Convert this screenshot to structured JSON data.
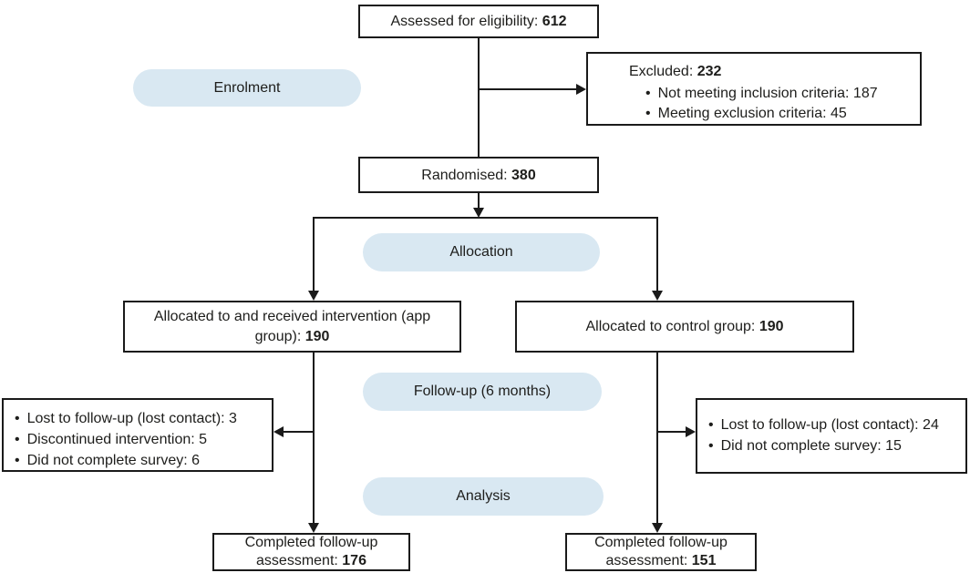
{
  "colors": {
    "background": "#ffffff",
    "pill_background": "#d9e8f2",
    "box_border": "#1a1a1a",
    "text": "#1d1d1b"
  },
  "pills": {
    "enrolment": "Enrolment",
    "allocation": "Allocation",
    "followup": "Follow-up (6 months)",
    "analysis": "Analysis"
  },
  "boxes": {
    "assessed": {
      "label": "Assessed for eligibility:",
      "value": "612"
    },
    "excluded": {
      "label": "Excluded:",
      "value": "232",
      "bullets": [
        "Not meeting inclusion criteria: 187",
        "Meeting exclusion criteria: 45"
      ]
    },
    "randomised": {
      "label": "Randomised:",
      "value": "380"
    },
    "alloc_intervention": {
      "label": "Allocated to and received intervention (app group):",
      "value": "190"
    },
    "alloc_control": {
      "label": "Allocated to control group:",
      "value": "190"
    },
    "followup_intervention": {
      "bullets": [
        "Lost to follow-up (lost contact): 3",
        "Discontinued intervention: 5",
        "Did not complete survey: 6"
      ]
    },
    "followup_control": {
      "bullets": [
        "Lost to follow-up (lost contact): 24",
        "Did not complete survey: 15"
      ]
    },
    "completed_intervention": {
      "label": "Completed follow-up assessment:",
      "value": "176"
    },
    "completed_control": {
      "label": "Completed follow-up assessment:",
      "value": "151"
    }
  }
}
